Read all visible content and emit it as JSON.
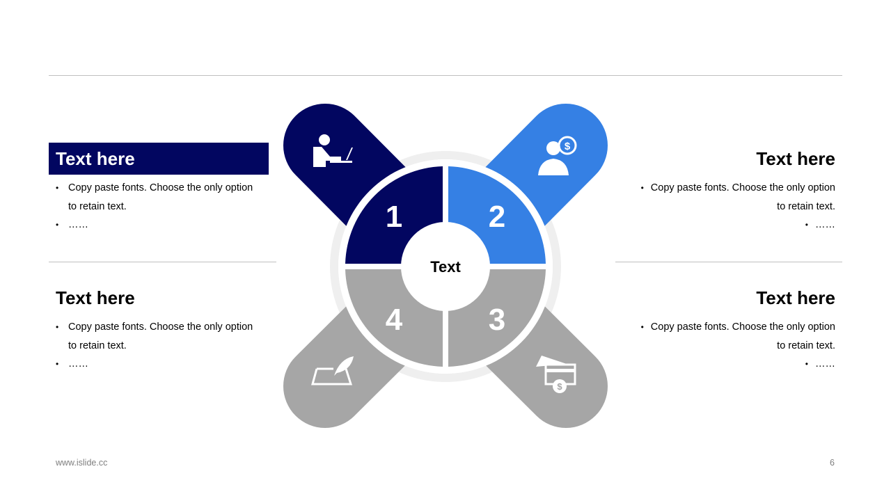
{
  "blocks": [
    {
      "title": "Text here",
      "bullets": [
        "Copy paste fonts. Choose the only option to retain text.",
        "……"
      ]
    },
    {
      "title": "Text here",
      "bullets_right": [
        "Copy paste fonts. Choose the only option",
        "to retain text.",
        "……"
      ]
    },
    {
      "title": "Text here",
      "bullets": [
        "Copy paste fonts. Choose the only option to retain text.",
        "……"
      ]
    },
    {
      "title": "Text here",
      "bullets_right": [
        "Copy paste fonts. Choose the only option",
        "to retain text.",
        "……"
      ]
    }
  ],
  "diagram": {
    "center_label": "Text",
    "segments": [
      {
        "number": "1",
        "icon": "person-at-laptop-icon",
        "color": "#020660"
      },
      {
        "number": "2",
        "icon": "businessman-dollar-icon",
        "color": "#3580E4"
      },
      {
        "number": "3",
        "icon": "credit-card-dollar-icon",
        "color": "#A6A6A6"
      },
      {
        "number": "4",
        "icon": "paper-quill-icon",
        "color": "#A6A6A6"
      }
    ]
  },
  "footer": {
    "url": "www.islide.cc",
    "page_number": "6"
  }
}
